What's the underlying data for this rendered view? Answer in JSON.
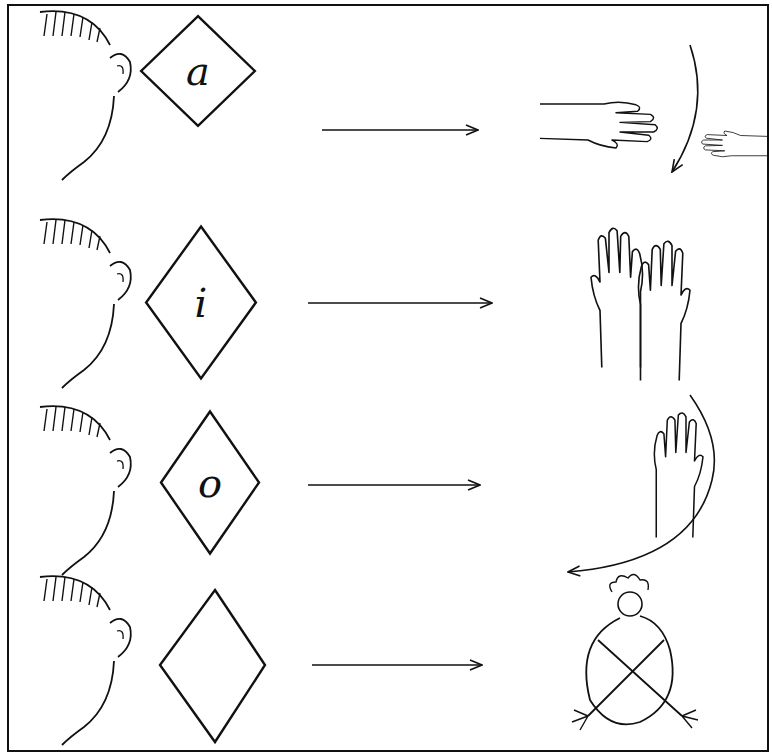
{
  "diagram": {
    "nodes": [
      {
        "text": [
          "a"
        ]
      },
      {
        "text": [
          "i"
        ]
      },
      {
        "text": [
          "o"
        ]
      }
    ]
  }
}
